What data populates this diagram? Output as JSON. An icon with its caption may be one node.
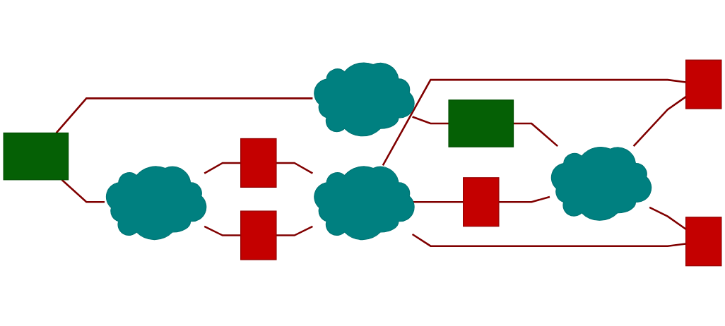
{
  "diagram": {
    "nodes": [
      {
        "text": [],
        "shape": "box"
      },
      {
        "text": [],
        "shape": "cloud"
      },
      {
        "text": [],
        "shape": "box"
      },
      {
        "text": [],
        "shape": "cloud"
      },
      {
        "text": [],
        "shape": "cloud"
      },
      {
        "text": [],
        "shape": "box"
      },
      {
        "text": [],
        "shape": "box"
      },
      {
        "text": [],
        "shape": "cloud"
      },
      {
        "text": [],
        "shape": "box"
      },
      {
        "text": [],
        "shape": "box"
      },
      {
        "text": [],
        "shape": "box"
      }
    ],
    "edges": [
      {
        "from": 0,
        "to": 1,
        "arrow": "none"
      },
      {
        "from": 1,
        "to": 2,
        "arrow": "none"
      },
      {
        "from": 0,
        "to": 3,
        "arrow": "none"
      },
      {
        "from": 2,
        "to": 4,
        "arrow": "none"
      },
      {
        "from": 3,
        "to": 8,
        "arrow": "none"
      },
      {
        "from": 3,
        "to": 6,
        "arrow": "none"
      },
      {
        "from": 6,
        "to": 7,
        "arrow": "none"
      },
      {
        "from": 8,
        "to": 7,
        "arrow": "none"
      },
      {
        "from": 7,
        "to": 5,
        "arrow": "none"
      },
      {
        "from": 5,
        "to": 4,
        "arrow": "none"
      },
      {
        "from": 7,
        "to": 9,
        "arrow": "none"
      },
      {
        "from": 4,
        "to": 9,
        "arrow": "none"
      },
      {
        "from": 4,
        "to": 10,
        "arrow": "none"
      },
      {
        "from": 7,
        "to": 10,
        "arrow": "none"
      }
    ]
  }
}
